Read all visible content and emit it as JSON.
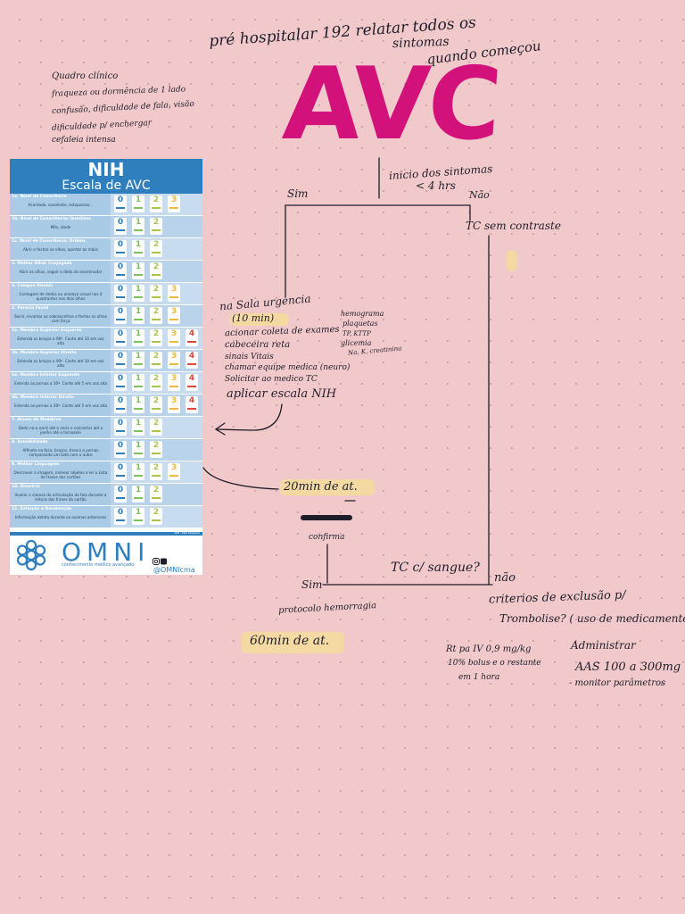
{
  "header": {
    "line1": "pré hospitalar 192 relatar todos os",
    "line2": "sintomas",
    "line3": "quando começou",
    "title": "AVC"
  },
  "clinical": {
    "heading": "Quadro clínico",
    "items": [
      "fraqueza ou dormência de 1 lado",
      "confusão, dificuldade de fala, visão",
      "dificuldade p/ enchergar",
      "cefaleia intensa"
    ]
  },
  "flow": {
    "onset": "inicio dos sintomas",
    "onset_cond": "< 4 hrs",
    "yes": "Sim",
    "no": "Não",
    "tc_no_contrast": "TC sem contraste",
    "emergency_room": "na Sala urgencia",
    "time_10": "(10 min)",
    "steps": [
      "acionar coleta de exames",
      "cabeceira reta",
      "sinais Vitais",
      "chamar equipe medica (neuro)",
      "Solicitar ao medico TC"
    ],
    "labs": [
      "hemograma",
      "plaquetas",
      "TP, KTTP",
      "glicemia",
      "Na, K, creatinina"
    ],
    "apply_nih": "aplicar escala NIH",
    "time_20": "20min de at.",
    "confirm": "confirma",
    "tc_blood": "TC c/ sangue?",
    "yes2": "Sim",
    "no2": "não",
    "hemorrhage": "protocolo hemorragia",
    "time_60": "60min de at.",
    "exclusion1": "criterios de exclusão p/",
    "exclusion2": "Trombolise? ( uso de medicamento)",
    "rtpa": [
      "Rt pa IV 0,9 mg/kg",
      "10% bolus e o restante",
      "em 1 hora"
    ],
    "administer": "Administrar",
    "aas": "AAS 100 a 300mg",
    "monitor": "- monitor parâmetros"
  },
  "nih_card": {
    "title": "NIH",
    "subtitle": "Escala de AVC",
    "rows": [
      {
        "name": "1a. Nível de Consciência",
        "desc": "Acordado, sonolento, estuporoso...",
        "scores": [
          "0",
          "1",
          "2",
          "3"
        ]
      },
      {
        "name": "1b. Nível de Consciência: Questões",
        "desc": "Mês, idade",
        "scores": [
          "0",
          "1",
          "2"
        ]
      },
      {
        "name": "1c. Nível de Consciência: Ordens",
        "desc": "Abrir e fechar os olhos, apertar as mãos",
        "scores": [
          "0",
          "1",
          "2"
        ]
      },
      {
        "name": "2. Melhor Olhar Conjugado",
        "desc": "Abrir os olhos, seguir o dedo do examinador",
        "scores": [
          "0",
          "1",
          "2"
        ]
      },
      {
        "name": "3. Campos Visuais",
        "desc": "Contagem de dedos ou ameaça visual nos 4 quadrantes nos dois olhos",
        "scores": [
          "0",
          "1",
          "2",
          "3"
        ]
      },
      {
        "name": "4. Paresia Facial",
        "desc": "Sorrir, levantar as sobrancelhas e fechar os olhos com força",
        "scores": [
          "0",
          "1",
          "2",
          "3"
        ]
      },
      {
        "name": "5a. Membro Superior Esquerdo",
        "desc": "Estenda os braços a 90º. Conte até 10 em voz alta",
        "scores": [
          "0",
          "1",
          "2",
          "3",
          "4"
        ]
      },
      {
        "name": "5b. Membro Superior Direito",
        "desc": "Estenda os braços a 90º. Conte até 10 em voz alta",
        "scores": [
          "0",
          "1",
          "2",
          "3",
          "4"
        ]
      },
      {
        "name": "6a. Membro Inferior Esquerdo",
        "desc": "Estenda as pernas a 30º. Conte até 5 em voz alta",
        "scores": [
          "0",
          "1",
          "2",
          "3",
          "4"
        ]
      },
      {
        "name": "6b. Membro Inferior Direito",
        "desc": "Estenda as pernas a 30º. Conte até 5 em voz alta",
        "scores": [
          "0",
          "1",
          "2",
          "3",
          "4"
        ]
      },
      {
        "name": "7. Ataxia de Membros",
        "desc": "Dedo na-o nariz até o nariz e calcanhar até o joelho até o tornozelo",
        "scores": [
          "0",
          "1",
          "2"
        ]
      },
      {
        "name": "8. Sensibilidade",
        "desc": "Alfinete na face, braços, tronco e pernas comparando um lado com o outro",
        "scores": [
          "0",
          "1",
          "2"
        ]
      },
      {
        "name": "9. Melhor Linguagem",
        "desc": "Descrever a imagem, nomear objetos e ler a Lista de frases dos cartões",
        "scores": [
          "0",
          "1",
          "2",
          "3"
        ]
      },
      {
        "name": "10. Disartria",
        "desc": "Avaliar a clareza da articulação da fala durante a leitura das frases do cartão",
        "scores": [
          "0",
          "1",
          "2"
        ]
      },
      {
        "name": "11. Extinção e Desatenção",
        "desc": "Informação obtida durante os exames anteriores",
        "scores": [
          "0",
          "1",
          "2"
        ]
      }
    ],
    "brand": "OMNI",
    "brand_sub": "conhecimento médico avançado",
    "handle": "@OMNIcma",
    "strip_note": "NIH - Mila Tassinari"
  },
  "colors": {
    "background": "#f2c9cb",
    "title": "#d2127a",
    "card_blue": "#2f7fbf",
    "row_light": "#a9cbe6",
    "highlight": "#f6dc9c",
    "score_0": "#2f7fbf",
    "score_1": "#7cc35a",
    "score_2": "#a9c64a",
    "score_3": "#f0b93a",
    "score_4": "#e0483a"
  }
}
